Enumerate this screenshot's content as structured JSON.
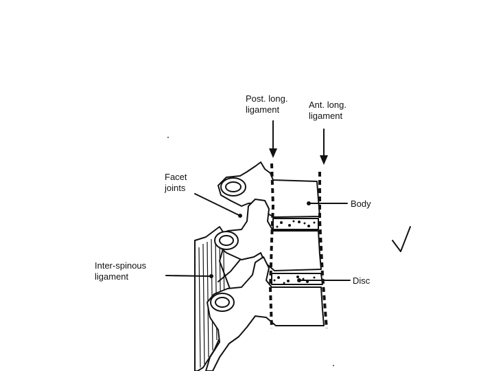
{
  "labels": {
    "post_long_1": "Post. long.",
    "post_long_2": "ligament",
    "ant_long_1": "Ant. long.",
    "ant_long_2": "ligament",
    "facet_1": "Facet",
    "facet_2": "joints",
    "body": "Body",
    "inter_1": "Inter-spinous",
    "inter_2": "ligament",
    "disc": "Disc"
  },
  "colors": {
    "ink": "#111111",
    "background": "#ffffff"
  },
  "icons": {
    "annotation_mark": "checkmark-icon"
  }
}
